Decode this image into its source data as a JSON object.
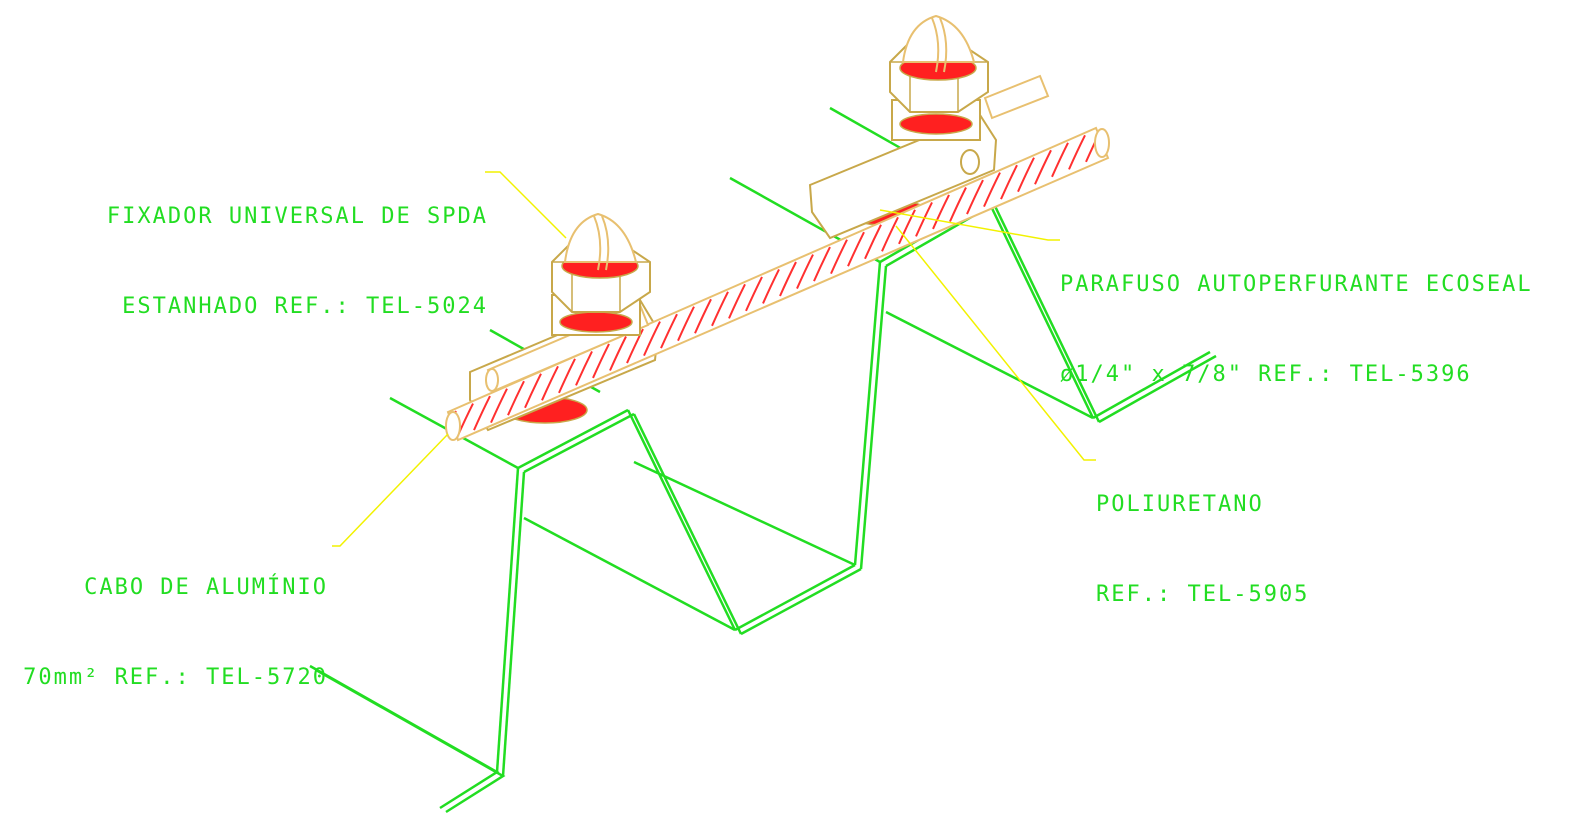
{
  "labels": {
    "fixador": {
      "line1": "FIXADOR UNIVERSAL DE SPDA",
      "line2": "ESTANHADO REF.: TEL-5024"
    },
    "cabo": {
      "line1": "CABO DE ALUMÍNIO",
      "line2": "70mm² REF.: TEL-5720"
    },
    "parafuso": {
      "line1": "PARAFUSO AUTOPERFURANTE ECOSEAL",
      "line2": "ø1/4\" x 7/8\" REF.: TEL-5396"
    },
    "poliuretano": {
      "line1": "POLIURETANO",
      "line2": "REF.: TEL-5905"
    }
  },
  "colors": {
    "roof_lines": "#22dd22",
    "leader_lines": "#f2f200",
    "text": "#22dd22",
    "fixture_outline": "#c8a84a",
    "cable_outline": "#e8c070",
    "cable_stripe": "#ff3030",
    "washer": "#ff2020"
  }
}
